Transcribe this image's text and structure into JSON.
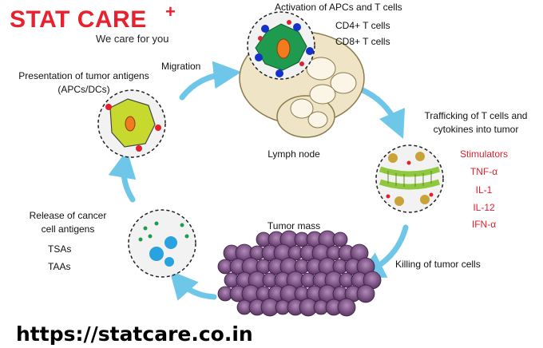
{
  "brand": {
    "name": "STAT CARE",
    "plus": "+",
    "tagline": "We care for you",
    "url": "https://statcare.co.in",
    "color": "#e8212e"
  },
  "diagram": {
    "activation": {
      "title": "Activation of APCs and T cells",
      "items": [
        "CD4+ T cells",
        "CD8+ T cells"
      ]
    },
    "migration": "Migration",
    "presentation": {
      "line1": "Presentation of tumor antigens",
      "line2": "(APCs/DCs)"
    },
    "lymph_node": "Lymph node",
    "trafficking": {
      "line1": "Trafficking of T cells and",
      "line2": "cytokines into tumor"
    },
    "stimulators": {
      "title": "Stimulators",
      "items": [
        "TNF-α",
        "IL-1",
        "IL-12",
        "IFN-α"
      ],
      "color": "#e0202c"
    },
    "release": {
      "line1": "Release of cancer",
      "line2": "cell antigens",
      "items": [
        "TSAs",
        "TAAs"
      ]
    },
    "tumor_mass": "Tumor mass",
    "killing": "Killing of tumor cells"
  },
  "colors": {
    "arrow": "#6ec6e8",
    "apc_fill": "#c7d92e",
    "tcell_blue": "#1531c9",
    "marker_red": "#e0202c",
    "node_fill": "#efe4c5",
    "tumor": "#8a5d92"
  }
}
